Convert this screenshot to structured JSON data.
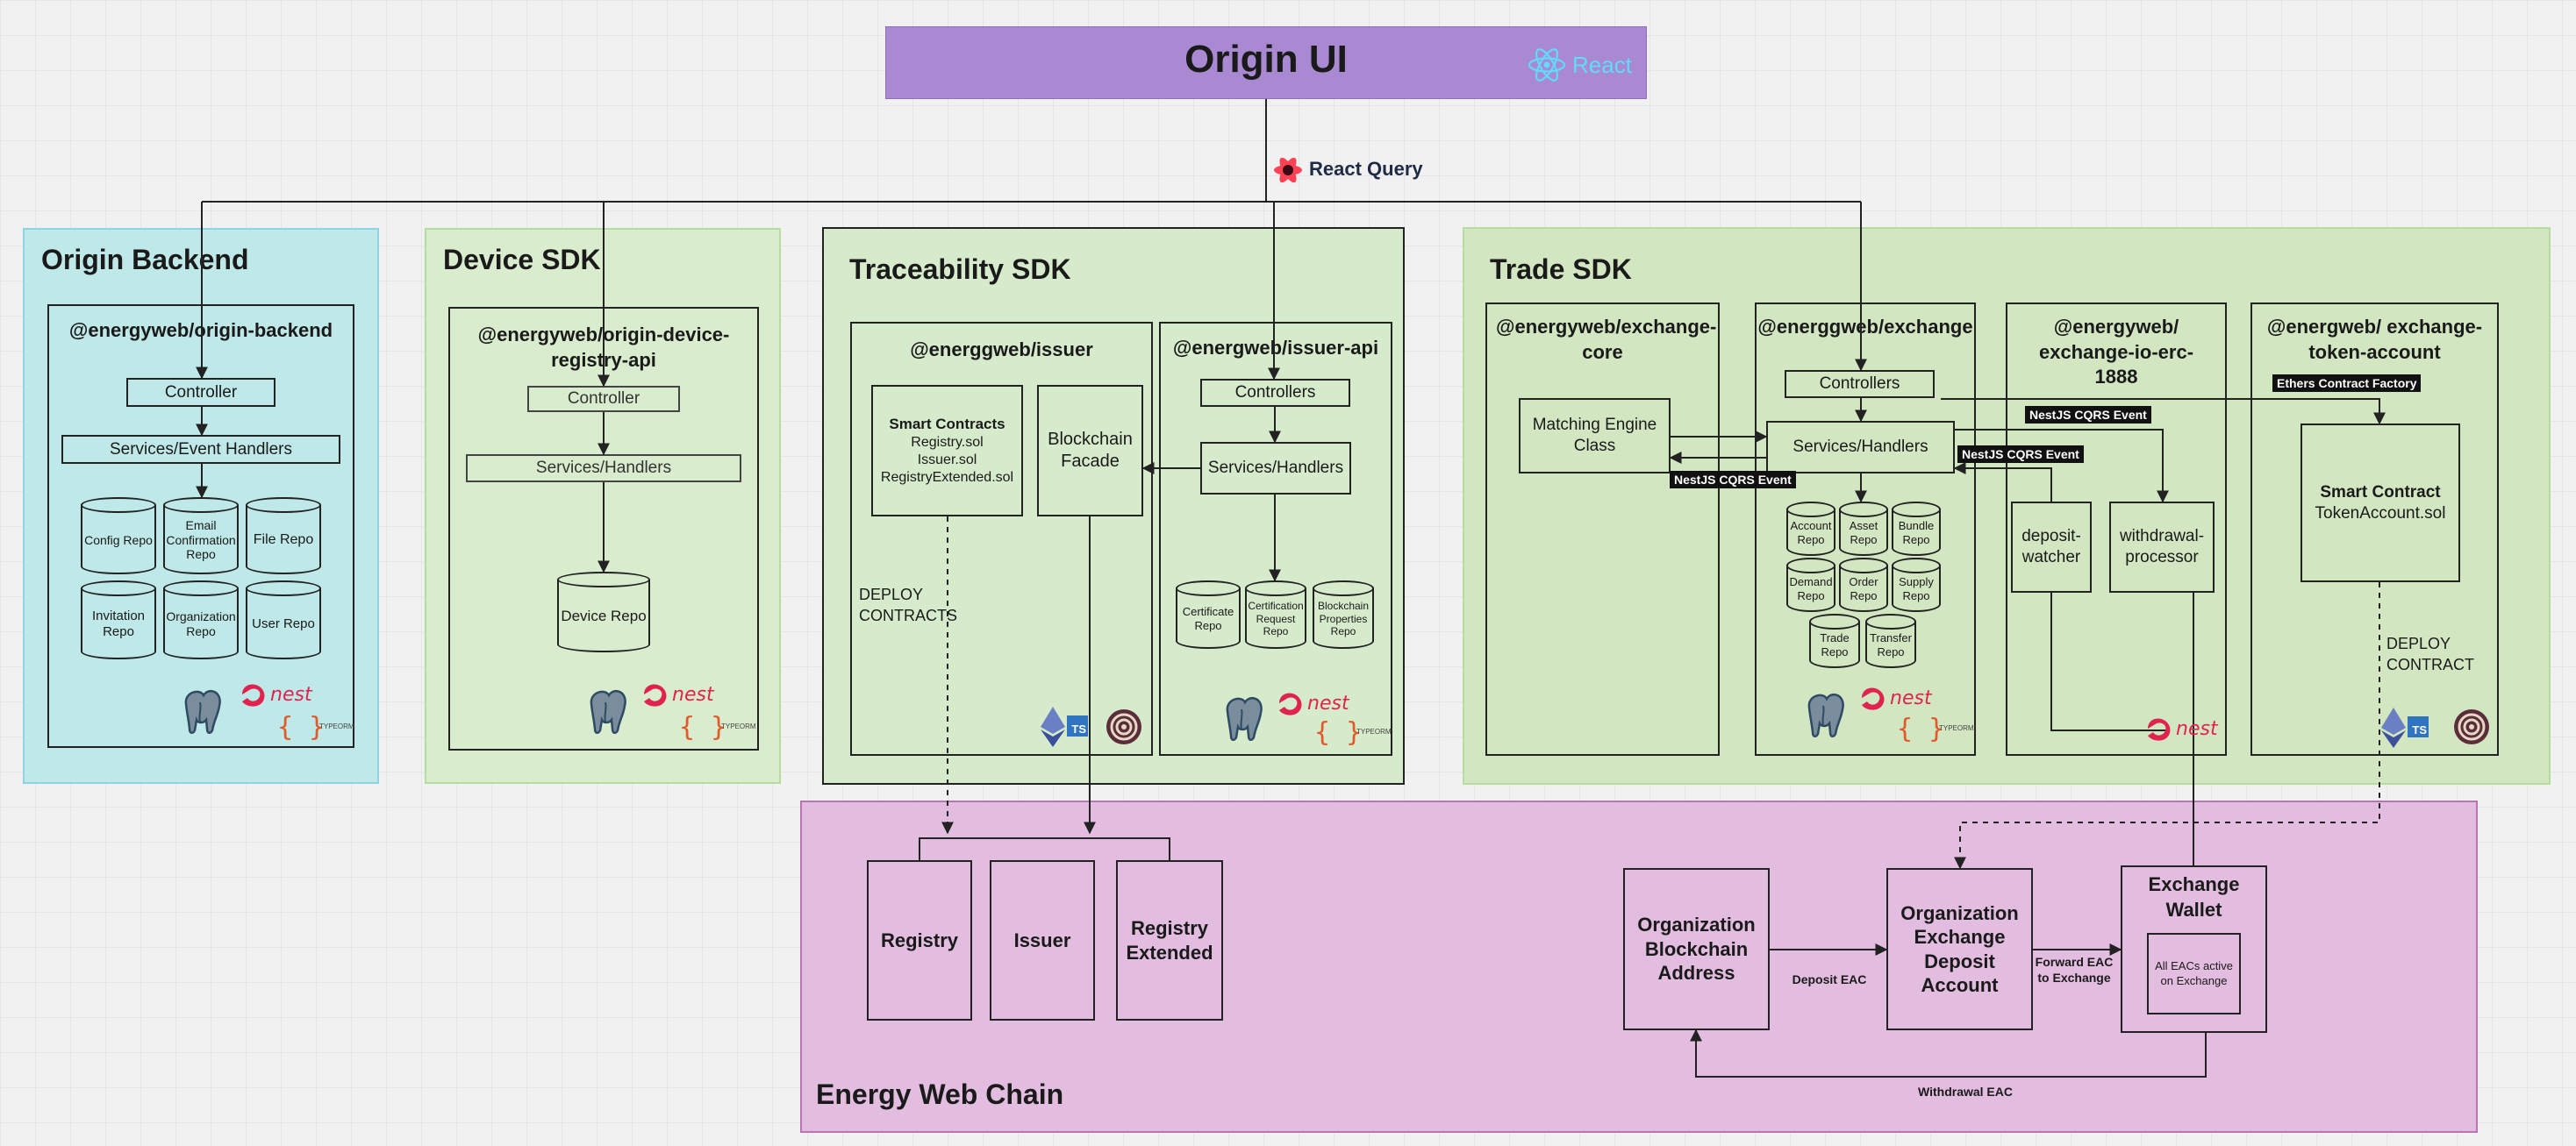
{
  "header": {
    "title": "Origin UI",
    "react_label": "React",
    "react_query_label": "React Query"
  },
  "colors": {
    "header_bg": "#a989d1",
    "backend_bg": "#bfe8e8",
    "device_bg": "#d9eccd",
    "trace_bg": "#d6ebcb",
    "trade_bg": "#d2e7c1",
    "chain_bg": "#e2bde0",
    "tag_bg": "#111111",
    "nest_red": "#e0234e"
  },
  "backend": {
    "title": "Origin Backend",
    "pkg": "@energyweb/origin-backend",
    "controller": "Controller",
    "services": "Services/Event Handlers",
    "repos": [
      "Config Repo",
      "Email Confirmation Repo",
      "File Repo",
      "Invitation Repo",
      "Organization Repo",
      "User Repo"
    ]
  },
  "device": {
    "title": "Device SDK",
    "pkg": "@energyweb/origin-device-registry-api",
    "controller": "Controller",
    "services": "Services/Handlers",
    "repo": "Device Repo"
  },
  "trace": {
    "title": "Traceability SDK",
    "issuer_pkg": "@energgweb/issuer",
    "smart_contracts_title": "Smart Contracts",
    "smart_contracts": [
      "Registry.sol",
      "Issuer.sol",
      "RegistryExtended.sol"
    ],
    "facade": "Blockchain Facade",
    "deploy": "DEPLOY CONTRACTS",
    "api_pkg": "@energweb/issuer-api",
    "controllers": "Controllers",
    "services": "Services/Handlers",
    "repos": [
      "Certificate Repo",
      "Certification Request Repo",
      "Blockchain Properties Repo"
    ],
    "ts_badge": "TS"
  },
  "trade": {
    "title": "Trade SDK",
    "core_pkg": "@energyweb/exchange-core",
    "matching": "Matching Engine Class",
    "exchange_pkg": "@energgweb/exchange",
    "controllers": "Controllers",
    "services": "Services/Handlers",
    "repos": [
      "Account Repo",
      "Asset Repo",
      "Bundle Repo",
      "Demand Repo",
      "Order Repo",
      "Supply Repo",
      "Trade Repo",
      "Transfer Repo"
    ],
    "io_pkg": "@energyweb/ exchange-io-erc-1888",
    "deposit_watcher": "deposit-watcher",
    "withdrawal_processor": "withdrawal-processor",
    "token_pkg": "@energweb/ exchange-token-account",
    "ethers_factory": "Ethers Contract Factory",
    "smart_contract_title": "Smart Contract",
    "smart_contract_file": "TokenAccount.sol",
    "deploy": "DEPLOY CONTRACT",
    "cqrs_event": "NestJS CQRS Event",
    "ts_badge": "TS"
  },
  "chain": {
    "title": "Energy Web Chain",
    "registry": "Registry",
    "issuer": "Issuer",
    "registry_extended": "Registry Extended",
    "org_address": "Organization Blockchain Address",
    "org_deposit": "Organization Exchange Deposit Account",
    "wallet_title": "Exchange Wallet",
    "wallet_inner": "All EACs active on Exchange",
    "deposit_eac": "Deposit EAC",
    "forward_eac": "Forward EAC to Exchange",
    "withdrawal_eac": "Withdrawal EAC"
  },
  "logos": {
    "nest": "nest",
    "typeorm": "TYPEORM"
  }
}
